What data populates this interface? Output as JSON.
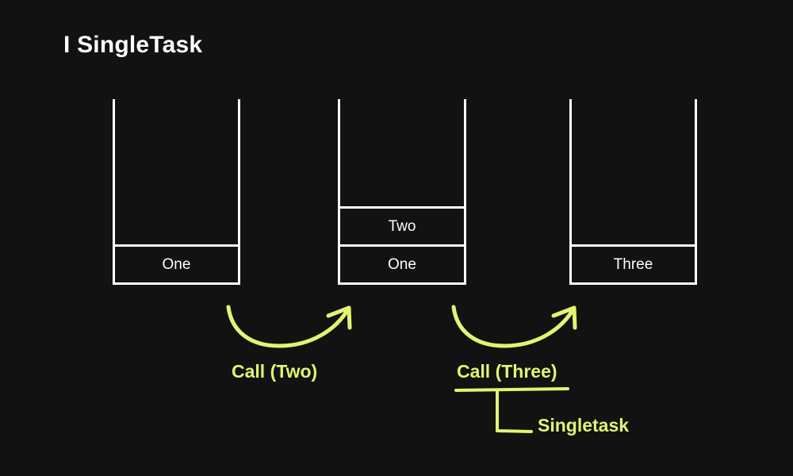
{
  "slide": {
    "background_color": "#121212",
    "title": "I SingleTask",
    "stroke_color": "#ffffff",
    "accent_color": "#e3f472"
  },
  "stacks": [
    {
      "name": "stack-one",
      "cells": [
        "One"
      ]
    },
    {
      "name": "stack-two",
      "cells": [
        "One",
        "Two"
      ]
    },
    {
      "name": "stack-three",
      "cells": [
        "Three"
      ]
    }
  ],
  "annotations": {
    "arrow_one_label": "Call (Two)",
    "arrow_two_label": "Call (Three)",
    "callout_label": "Singletask"
  },
  "icons": {
    "arrow_one": "curved-arrow-icon",
    "arrow_two": "curved-arrow-icon",
    "callout": "callout-bracket-icon"
  }
}
